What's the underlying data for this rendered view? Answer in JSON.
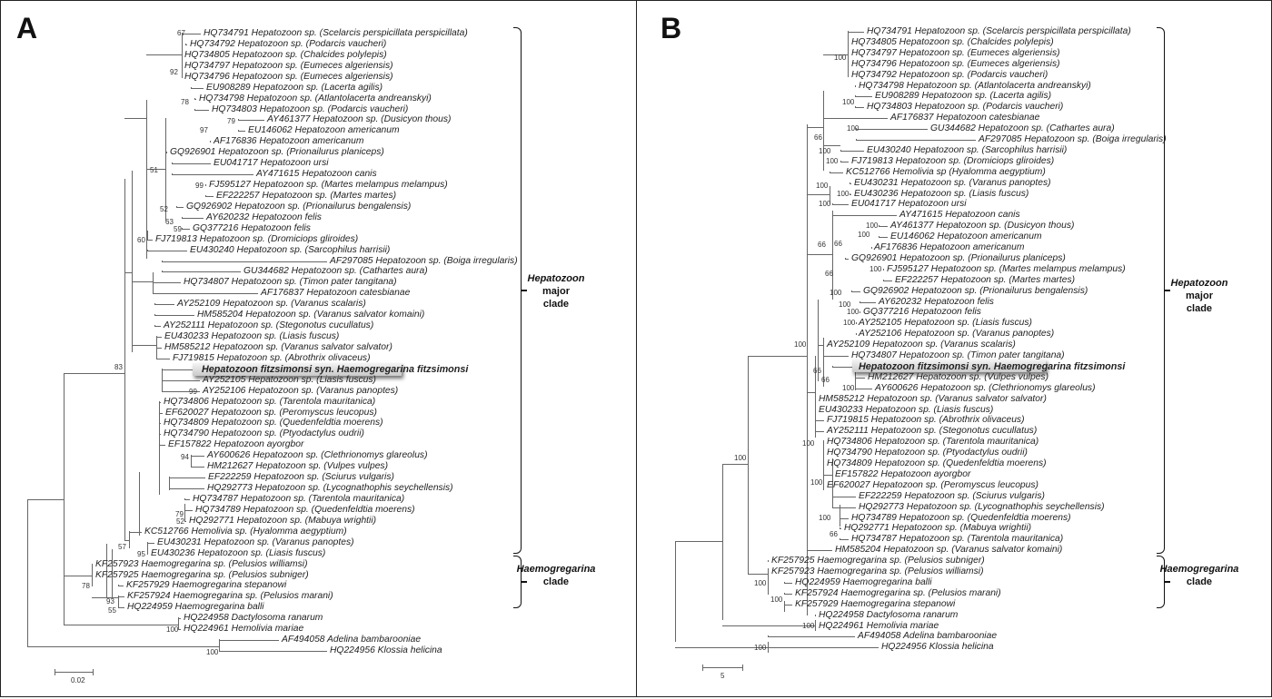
{
  "panels": [
    {
      "letter": "A",
      "leaves": [
        "HQ734791 Hepatozoon sp. (Scelarcis perspicillata perspicillata)",
        "HQ734792 Hepatozoon sp. (Podarcis vaucheri)",
        "HQ734805 Hepatozoon sp. (Chalcides polylepis)",
        "HQ734797 Hepatozoon sp. (Eumeces algeriensis)",
        "HQ734796 Hepatozoon sp. (Eumeces algeriensis)",
        "EU908289 Hepatozoon sp. (Lacerta agilis)",
        "HQ734798 Hepatozoon sp. (Atlantolacerta andreanskyi)",
        "HQ734803 Hepatozoon sp. (Podarcis vaucheri)",
        "AY461377 Hepatozoon sp. (Dusicyon thous)",
        "EU146062 Hepatozoon americanum",
        "AF176836 Hepatozoon americanum",
        "GQ926901 Hepatozoon sp. (Prionailurus planiceps)",
        "EU041717 Hepatozoon ursi",
        "AY471615 Hepatozoon canis",
        "FJ595127 Hepatozoon sp. (Martes melampus melampus)",
        "EF222257 Hepatozoon sp. (Martes martes)",
        "GQ926902 Hepatozoon sp. (Prionailurus bengalensis)",
        "AY620232 Hepatozoon felis",
        "GQ377216 Hepatozoon felis",
        "FJ719813 Hepatozoon sp. (Dromiciops gliroides)",
        "EU430240 Hepatozoon sp. (Sarcophilus harrisii)",
        "AF297085 Hepatozoon sp. (Boiga irregularis)",
        "GU344682 Hepatozoon sp. (Cathartes aura)",
        "HQ734807 Hepatozoon sp. (Timon pater tangitana)",
        "AF176837 Hepatozoon catesbianae",
        "AY252109 Hepatozoon sp. (Varanus scalaris)",
        "HM585204 Hepatozoon sp. (Varanus salvator komaini)",
        "AY252111 Hepatozoon sp. (Stegonotus cucullatus)",
        "EU430233 Hepatozoon sp. (Liasis fuscus)",
        "HM585212 Hepatozoon sp. (Varanus salvator salvator)",
        "FJ719815 Hepatozoon sp. (Abrothrix olivaceus)",
        "Hepatozoon fitzsimonsi syn. Haemogregarina fitzsimonsi",
        "AY252105 Hepatozoon sp. (Liasis fuscus)",
        "AY252106 Hepatozoon sp. (Varanus panoptes)",
        "HQ734806 Hepatozoon sp. (Tarentola mauritanica)",
        "EF620027 Hepatozoon sp. (Peromyscus leucopus)",
        "HQ734809 Hepatozoon sp. (Quedenfeldtia moerens)",
        "HQ734790 Hepatozoon sp. (Ptyodactylus oudrii)",
        "EF157822 Hepatozoon ayorgbor",
        "AY600626 Hepatozoon sp. (Clethrionomys glareolus)",
        "HM212627 Hepatozoon sp. (Vulpes vulpes)",
        "EF222259 Hepatozoon sp. (Sciurus vulgaris)",
        "HQ292773 Hepatozoon sp. (Lycognathophis seychellensis)",
        "HQ734787 Hepatozoon sp. (Tarentola mauritanica)",
        "HQ734789 Hepatozoon sp. (Quedenfeldtia moerens)",
        "HQ292771 Hepatozoon sp. (Mabuya wrightii)",
        "KC512766 Hemolivia sp. (Hyalomma aegyptium)",
        "EU430231 Hepatozoon sp. (Varanus panoptes)",
        "EU430236 Hepatozoon sp. (Liasis fuscus)",
        "KF257923 Haemogregarina sp. (Pelusios williamsi)",
        "KF257925 Haemogregarina sp. (Pelusios subniger)",
        "KF257929 Haemogregarina stepanowi",
        "KF257924 Haemogregarina sp. (Pelusios marani)",
        "HQ224959 Haemogregarina balli",
        "HQ224958 Dactylosoma ranarum",
        "HQ224961 Hemolivia mariae",
        "AF494058 Adelina bambarooniae",
        "HQ224956 Klossia helicina"
      ],
      "highlighted_leaf": "Hepatozoon fitzsimonsi syn. Haemogregarina fitzsimonsi",
      "bootstraps": [
        "67",
        "92",
        "78",
        "79",
        "97",
        "51",
        "99",
        "52",
        "63",
        "59",
        "60",
        "83",
        "99",
        "94",
        "79",
        "52",
        "57",
        "95",
        "78",
        "93",
        "55",
        "100",
        "100"
      ],
      "scale_bar": "0.02"
    },
    {
      "letter": "B",
      "leaves": [
        "HQ734791 Hepatozoon sp. (Scelarcis perspicillata perspicillata)",
        "HQ734805 Hepatozoon sp. (Chalcides polylepis)",
        "HQ734797 Hepatozoon sp. (Eumeces algeriensis)",
        "HQ734796 Hepatozoon sp. (Eumeces algeriensis)",
        "HQ734792 Hepatozoon sp. (Podarcis vaucheri)",
        "HQ734798 Hepatozoon sp. (Atlantolacerta andreanskyi)",
        "EU908289 Hepatozoon sp. (Lacerta agilis)",
        "HQ734803 Hepatozoon sp. (Podarcis vaucheri)",
        "AF176837 Hepatozoon catesbianae",
        "GU344682 Hepatozoon sp. (Cathartes aura)",
        "AF297085 Hepatozoon sp. (Boiga irregularis)",
        "EU430240 Hepatozoon sp. (Sarcophilus harrisii)",
        "FJ719813 Hepatozoon sp. (Dromiciops gliroides)",
        "KC512766 Hemolivia sp (Hyalomma aegyptium)",
        "EU430231 Hepatozoon sp. (Varanus panoptes)",
        "EU430236 Hepatozoon sp. (Liasis fuscus)",
        "EU041717 Hepatozoon ursi",
        "AY471615 Hepatozoon canis",
        "AY461377 Hepatozoon sp. (Dusicyon thous)",
        "EU146062 Hepatozoon americanum",
        "AF176836 Hepatozoon americanum",
        "GQ926901 Hepatozoon sp. (Prionailurus planiceps)",
        "FJ595127 Hepatozoon sp. (Martes melampus melampus)",
        "EF222257 Hepatozoon sp. (Martes martes)",
        "GQ926902 Hepatozoon sp. (Prionailurus bengalensis)",
        "AY620232 Hepatozoon felis",
        "GQ377216 Hepatozoon felis",
        "AY252105 Hepatozoon sp. (Liasis fuscus)",
        "AY252106 Hepatozoon sp. (Varanus panoptes)",
        "AY252109 Hepatozoon sp. (Varanus scalaris)",
        "HQ734807 Hepatozoon sp. (Timon pater tangitana)",
        "Hepatozoon fitzsimonsi syn. Haemogregarina fitzsimonsi",
        "HM212627 Hepatozoon sp. (Vulpes vulpes)",
        "AY600626 Hepatozoon sp. (Clethrionomys glareolus)",
        "HM585212 Hepatozoon sp. (Varanus salvator salvator)",
        "EU430233 Hepatozoon sp. (Liasis fuscus)",
        "FJ719815 Hepatozoon sp. (Abrothrix olivaceus)",
        "AY252111 Hepatozoon sp. (Stegonotus cucullatus)",
        "HQ734806 Hepatozoon sp. (Tarentola mauritanica)",
        "HQ734790 Hepatozoon sp. (Ptyodactylus oudrii)",
        "HQ734809 Hepatozoon sp. (Quedenfeldtia moerens)",
        "EF157822 Hepatozoon ayorgbor",
        "EF620027 Hepatozoon sp. (Peromyscus leucopus)",
        "EF222259 Hepatozoon sp. (Sciurus vulgaris)",
        "HQ292773 Hepatozoon sp. (Lycognathophis seychellensis)",
        "HQ734789 Hepatozoon sp. (Quedenfeldtia moerens)",
        "HQ292771 Hepatozoon sp. (Mabuya wrightii)",
        "HQ734787 Hepatozoon sp. (Tarentola mauritanica)",
        "HM585204 Hepatozoon sp. (Varanus salvator komaini)",
        "KF257925 Haemogregarina sp. (Pelusios subniger)",
        "KF257923 Haemogregarina sp. (Pelusios williamsi)",
        "HQ224959 Haemogregarina balli",
        "KF257924 Haemogregarina sp. (Pelusios marani)",
        "KF257929 Haemogregarina stepanowi",
        "HQ224958 Dactylosoma ranarum",
        "HQ224961 Hemolivia mariae",
        "AF494058 Adelina bambarooniae",
        "HQ224956 Klossia helicina"
      ],
      "highlighted_leaf": "Hepatozoon fitzsimonsi syn. Haemogregarina fitzsimonsi",
      "bootstraps": [
        "100",
        "100",
        "100",
        "66",
        "100",
        "100",
        "100",
        "100",
        "100",
        "100",
        "100",
        "66",
        "66",
        "66",
        "100",
        "100",
        "100",
        "100",
        "100",
        "100",
        "66",
        "66",
        "100",
        "100",
        "100",
        "100",
        "100",
        "66",
        "100",
        "100",
        "100",
        "100"
      ],
      "scale_bar": "5"
    }
  ],
  "clades": {
    "hepatozoon": {
      "genus": "Hepatozoon",
      "suffix": " major",
      "line2": "clade"
    },
    "haemogregarina": {
      "genus": "Haemogregarina",
      "line2": "clade"
    }
  }
}
